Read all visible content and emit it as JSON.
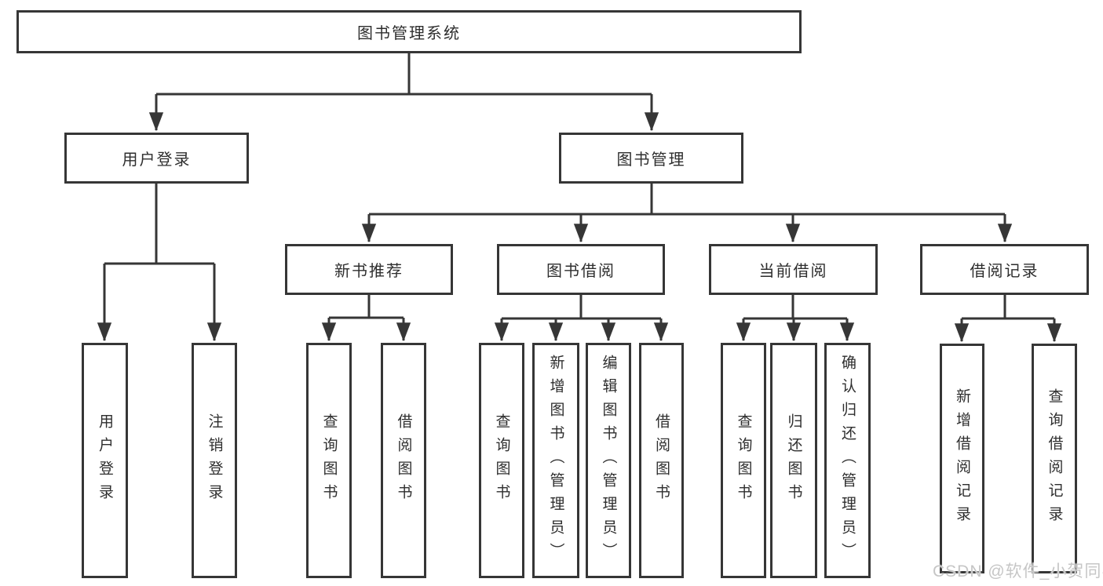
{
  "tree": {
    "root": {
      "label": "图书管理系统"
    },
    "branches": [
      {
        "label": "用户登录",
        "children": [
          {
            "label": "用户登录"
          },
          {
            "label": "注销登录"
          }
        ]
      },
      {
        "label": "图书管理",
        "children": [
          {
            "label": "新书推荐",
            "children": [
              {
                "label": "查询图书"
              },
              {
                "label": "借阅图书"
              }
            ]
          },
          {
            "label": "图书借阅",
            "children": [
              {
                "label": "查询图书"
              },
              {
                "label": "新增图书（管理员）"
              },
              {
                "label": "编辑图书（管理员）"
              },
              {
                "label": "借阅图书"
              }
            ]
          },
          {
            "label": "当前借阅",
            "children": [
              {
                "label": "查询图书"
              },
              {
                "label": "归还图书"
              },
              {
                "label": "确认归还（管理员）"
              }
            ]
          },
          {
            "label": "借阅记录",
            "children": [
              {
                "label": "新增借阅记录"
              },
              {
                "label": "查询借阅记录"
              }
            ]
          }
        ]
      }
    ]
  },
  "watermark": {
    "text": "CSDN @软件_小贺同学"
  },
  "colors": {
    "line": "#363636",
    "text": "#2e2e2e",
    "background": "#ffffff",
    "watermark": "#c6c6c6"
  }
}
